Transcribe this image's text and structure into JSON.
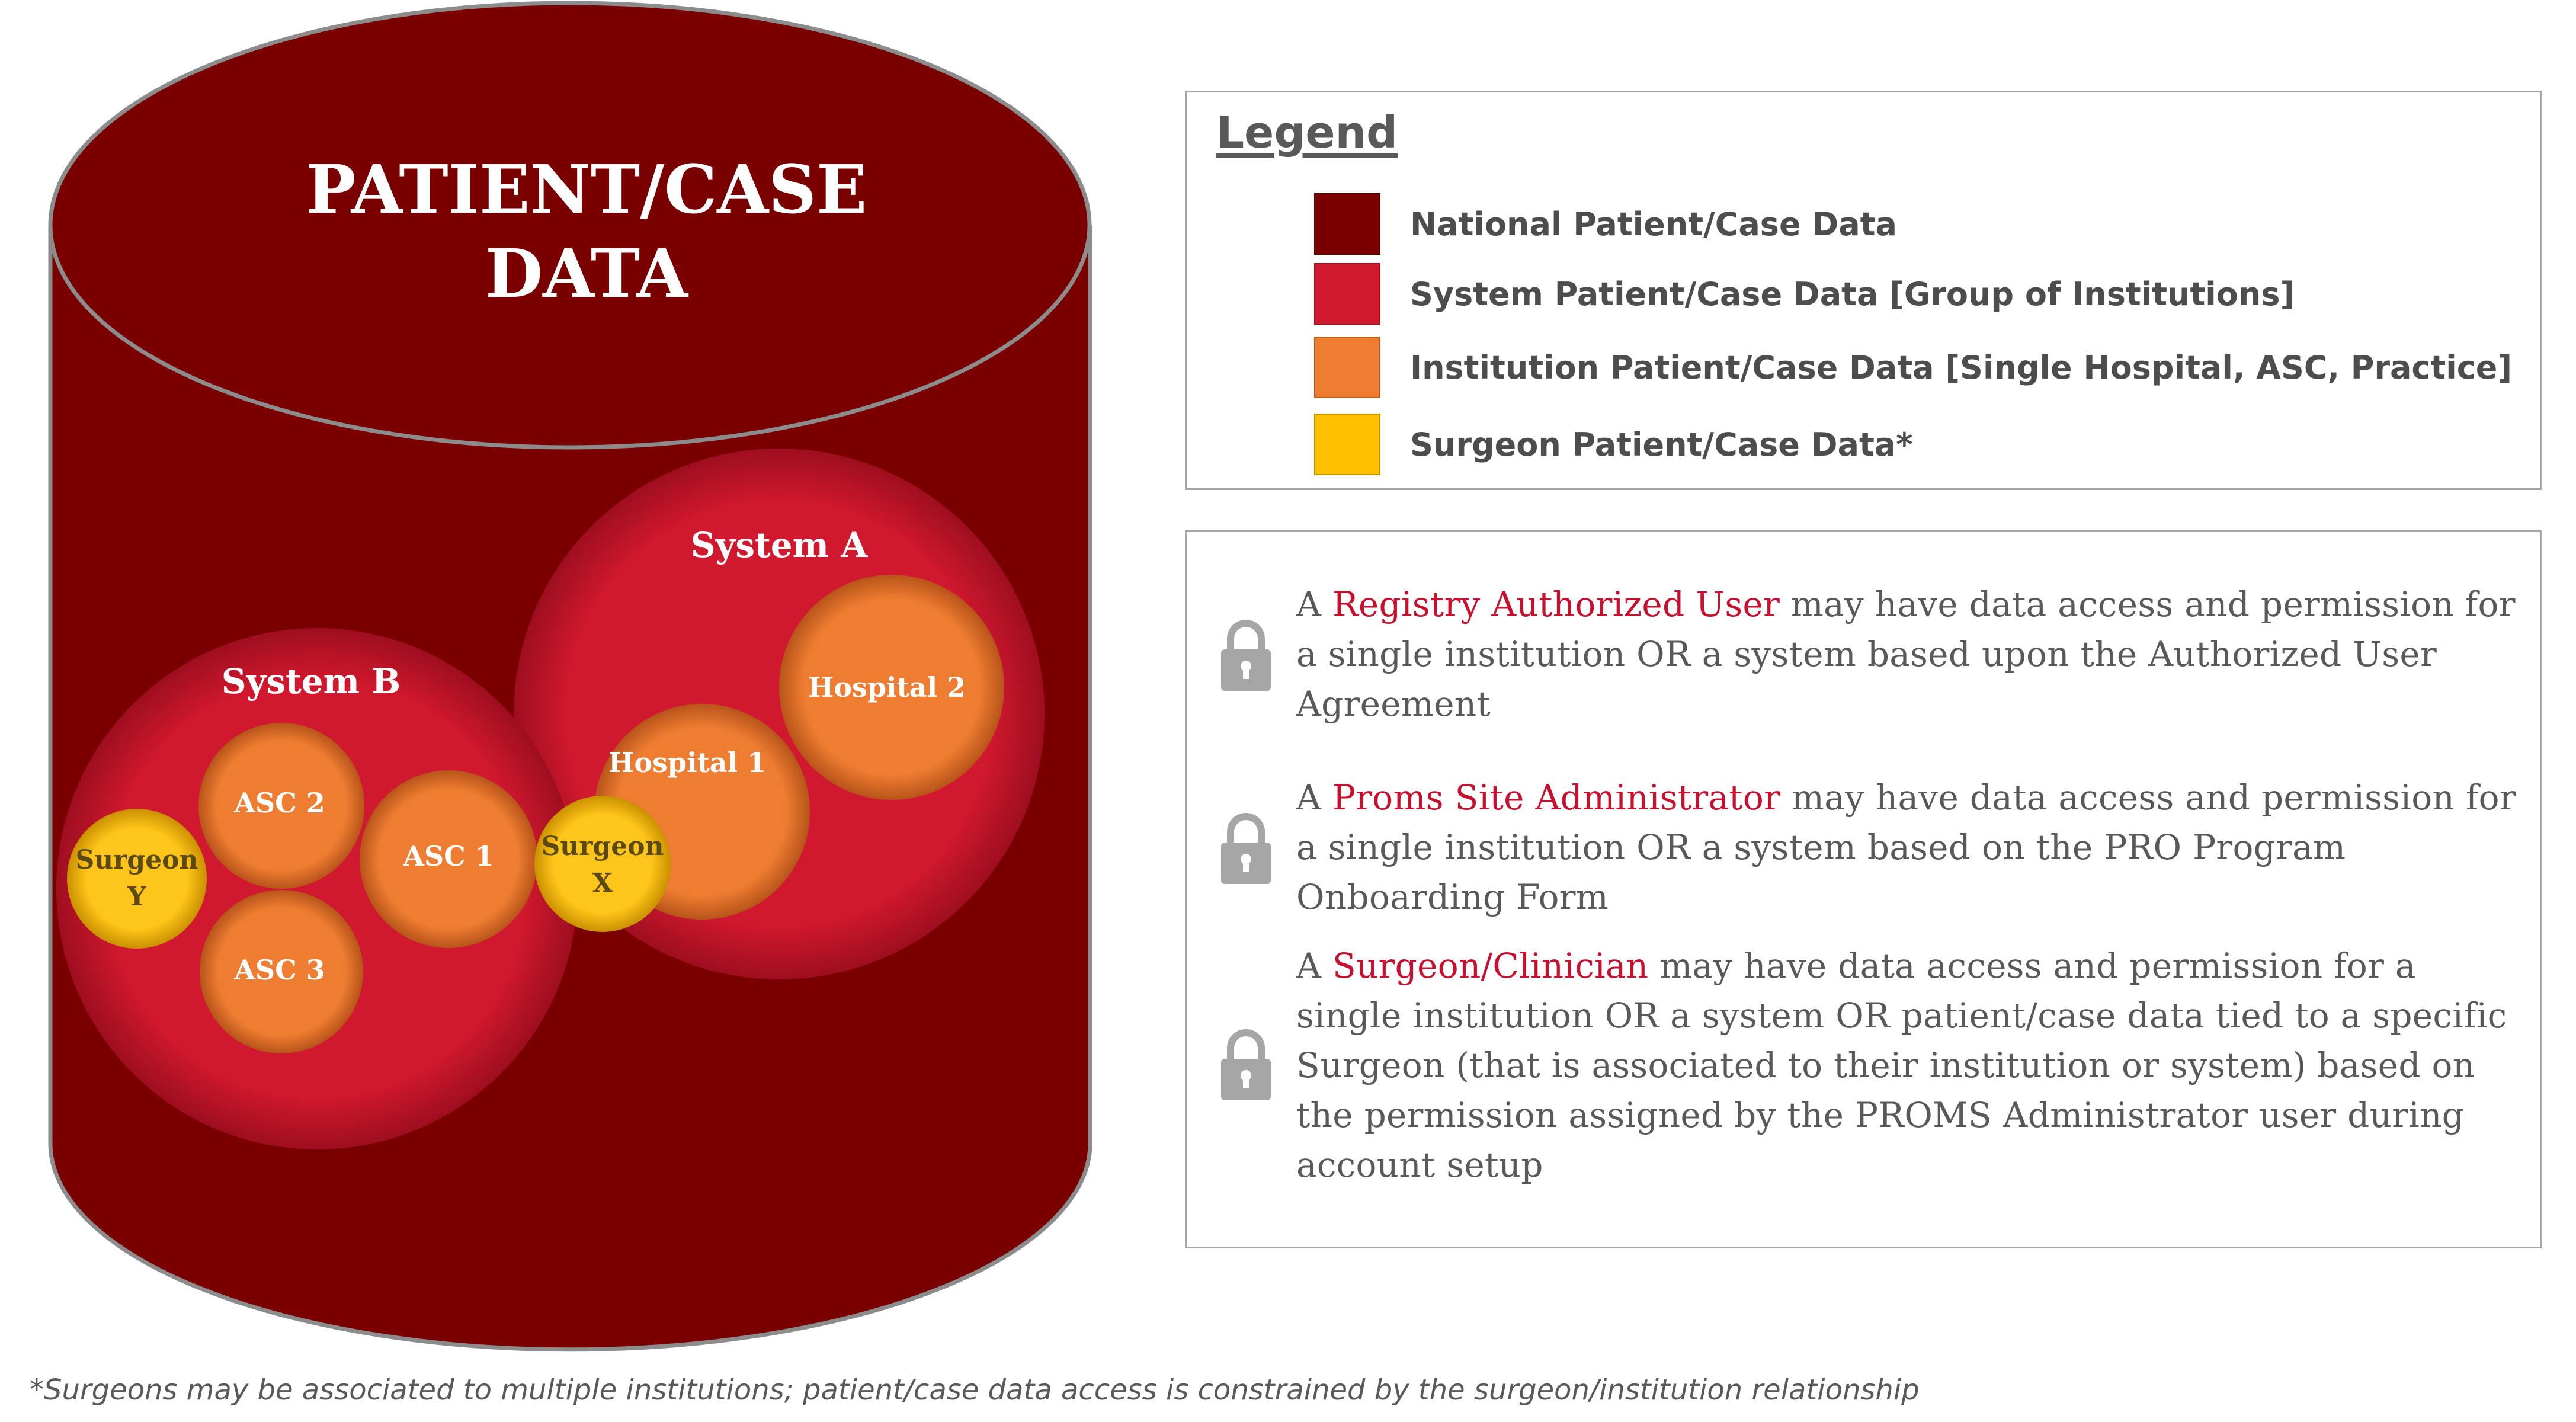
{
  "diagram": {
    "title_lines": [
      "PATIENT/CASE",
      "DATA"
    ],
    "systems": [
      {
        "id": "system-a",
        "label": "System A"
      },
      {
        "id": "system-b",
        "label": "System B"
      }
    ],
    "institutions": [
      {
        "id": "hospital-2",
        "label": "Hospital 2"
      },
      {
        "id": "hospital-1",
        "label": "Hospital 1"
      },
      {
        "id": "asc-1",
        "label": "ASC 1"
      },
      {
        "id": "asc-2",
        "label": "ASC 2"
      },
      {
        "id": "asc-3",
        "label": "ASC 3"
      }
    ],
    "surgeons": [
      {
        "id": "surgeon-x",
        "lines": [
          "Surgeon",
          "X"
        ]
      },
      {
        "id": "surgeon-y",
        "lines": [
          "Surgeon",
          "Y"
        ]
      }
    ]
  },
  "legend": {
    "title": "Legend",
    "items": [
      {
        "label": "National Patient/Case Data",
        "color": "#7a0000"
      },
      {
        "label": "System Patient/Case Data [Group of Institutions]",
        "color": "#d0182e"
      },
      {
        "label": "Institution Patient/Case Data [Single Hospital, ASC, Practice]",
        "color": "#ee7d31"
      },
      {
        "label": "Surgeon Patient/Case Data*",
        "color": "#ffc000"
      }
    ]
  },
  "permissions": [
    {
      "prefix": "A ",
      "role": "Registry Authorized User",
      "suffix": " may have data access and permission for a single institution OR a system based upon the Authorized User Agreement"
    },
    {
      "prefix": "A ",
      "role": "Proms Site Administrator",
      "suffix": " may have data access and permission for a single institution OR a system based on the PRO Program Onboarding Form"
    },
    {
      "prefix": "A ",
      "role": "Surgeon/Clinician",
      "suffix": " may have data access and permission for a single institution OR a system OR patient/case data tied to a specific Surgeon (that is associated to their institution or system) based on the permission assigned by the PROMS Administrator user during account setup"
    }
  ],
  "footnote": "*Surgeons may be associated to multiple institutions; patient/case data access is constrained by the surgeon/institution relationship",
  "colors": {
    "national": "#7a0000",
    "system": "#d0182e",
    "institution": "#ee7d31",
    "surgeon": "#ffc000",
    "role_highlight": "#c8102e"
  }
}
